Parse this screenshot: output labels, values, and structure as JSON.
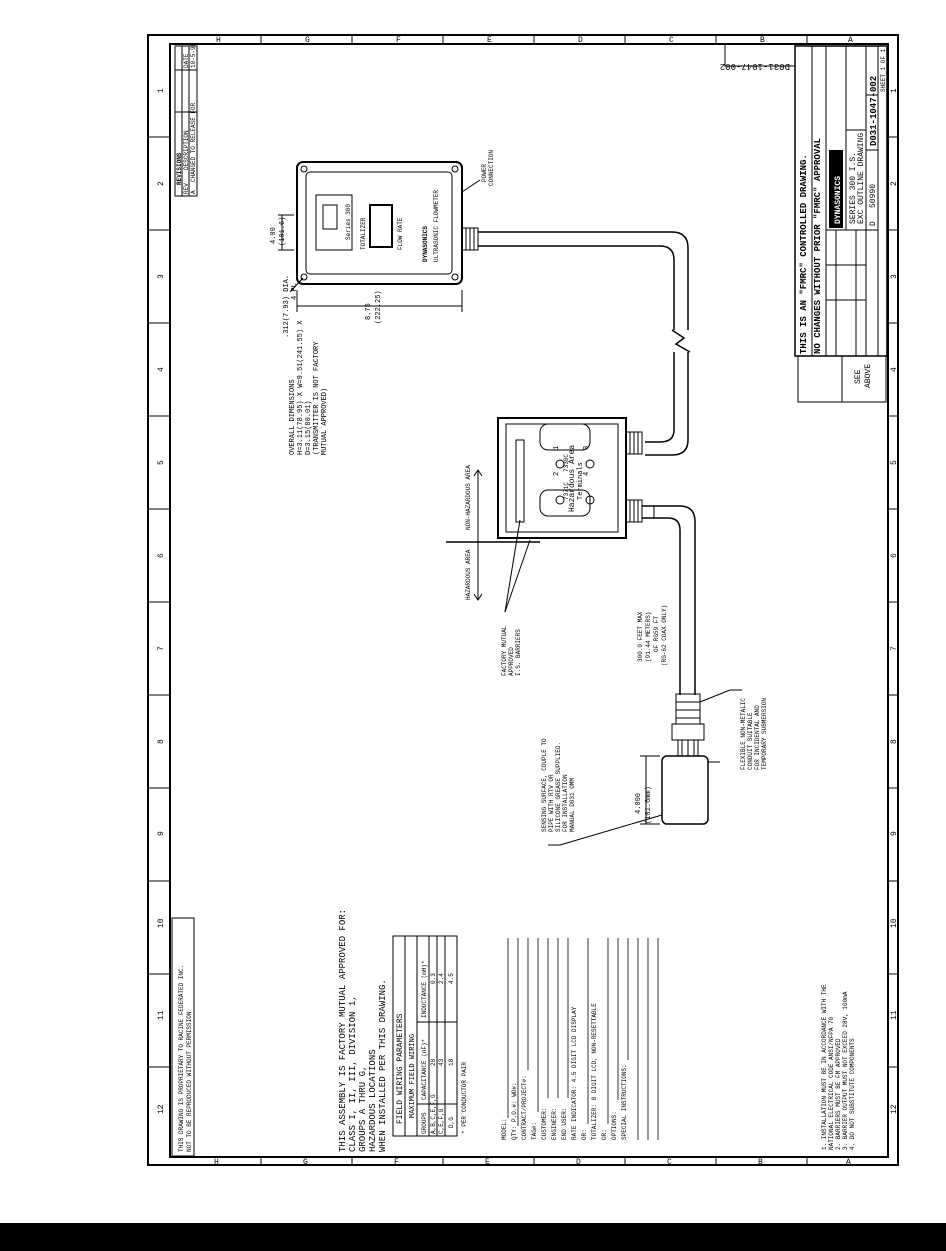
{
  "border": {
    "letters": [
      "H",
      "G",
      "F",
      "E",
      "D",
      "C",
      "B",
      "A"
    ],
    "numbers": [
      "12",
      "11",
      "10",
      "9",
      "8",
      "7",
      "6",
      "5",
      "4",
      "3",
      "2",
      "1"
    ]
  },
  "title_block": {
    "controlled_line1": "THIS IS AN \"FMRC\" CONTROLLED DRAWING.",
    "controlled_line2": "NO CHANGES WITHOUT PRIOR \"FMRC\" APPROVAL",
    "company": "DYNASONICS",
    "title_line1": "SERIES 300 I.S.",
    "title_line2": "EXC OUTLINE DRAWING",
    "size": "D",
    "code": "50990",
    "dwg_no": "D031-1047-002",
    "sheet": "SHEET 1 OF 1",
    "see_note": "SEE",
    "see_note2": "ABOVE",
    "dwg_no_corner": "D031-1047-002"
  },
  "revisions": {
    "heading": "REVISIONS",
    "col_rev": "REV",
    "col_desc": "DESCRIPTION",
    "col_date": "DATE",
    "row_rev": "A",
    "row_desc": "CHANGED TO RELEASE FOR",
    "row_date": "10-5-99"
  },
  "transmitter": {
    "model_label": "Series 300",
    "display_label": "TOTALIZER",
    "flow_rate_label": "FLOW RATE",
    "brand": "DYNASONICS",
    "sub_brand": "ULTRASONIC FLOWMETER",
    "dim_height": "4.00",
    "dim_height_mm": "(101.6)",
    "dim_width": "8.75",
    "dim_width_mm": "(222.25)",
    "hole_dim": ".312(7.93) DIA.",
    "hole_count": "4 PL",
    "power_label1": "POWER",
    "power_label2": "CONNECTION"
  },
  "overall_dims": {
    "line1": "OVERALL DIMENSIONS",
    "line2": "H=3.11(78.95) X W=9.51(241.55) X",
    "line3": "D=3.15(80.01)",
    "line4": "(TRANSMITTER IS NOT FACTORY",
    "line5": "MUTUAL APPROVED)"
  },
  "junction_box": {
    "terminal1": "1",
    "terminal2": "2",
    "terminal3": "3",
    "terminal4": "4",
    "hazardous_area": "Hazardous Area",
    "terminals": "Terminals",
    "code_left": "7330C",
    "code_right": "7371C"
  },
  "areas": {
    "non_hazardous": "NON-HAZARDOUS AREA",
    "hazardous": "HAZARDOUS AREA"
  },
  "barriers_note": {
    "line1": "FACTORY MUTUAL",
    "line2": "APPROVED",
    "line3": "I.S. BARRIERS"
  },
  "cable_note": {
    "line1": "300.0 FEET MAX",
    "line2": "(91.44 METERS)",
    "line3": "OF RG59 FT",
    "line4": "(RG-62 COAX ONLY)"
  },
  "conduit_note": {
    "line1": "FLEXIBLE NON-METALIC",
    "line2": "CONDUIT SUITABLE",
    "line3": "FOR INCIDENTAL AND",
    "line4": "TEMPORARY SUBMERSION"
  },
  "transducer": {
    "dim": "4.000",
    "dim_mm": "(101.6mm)"
  },
  "sensing_note": {
    "line1": "SENSING SURFACE, COUPLE TO",
    "line2": "PIPE WITH RTV OR",
    "line3": "SILICONE GREASE SUPPLIED.",
    "line4": "FOR INSTALLATION",
    "line5": "MANUAL D031 OMM"
  },
  "approval": {
    "line1": "THIS ASSEMBLY IS FACTORY MUTUAL APPROVED FOR:",
    "line2": "CLASS I, II, III, DIVISION 1,",
    "line3": "GROUPS A THRU G,",
    "line4": "HAZARDOUS LOCATIONS",
    "line5": "WHEN INSTALLED PER THIS DRAWING."
  },
  "wiring_table": {
    "title": "FIELD WIRING PARAMETERS",
    "subtitle": "MAXIMUM FIELD WIRING",
    "headers": [
      "GROUPS",
      "CAPACITANCE (nF)*",
      "INDUCTANCE (mH)*"
    ],
    "rows": [
      [
        "A,B,C,E,F,G",
        "28",
        "0.3"
      ],
      [
        "C,E,F,G",
        "43",
        "2.4"
      ],
      [
        "D,G",
        "18",
        "4.5"
      ]
    ],
    "footnote": "* PER CONDUCTOR PAIR"
  },
  "order_form": {
    "fields": [
      "MODEL:",
      "QTY:          P.O.#:              WO#:",
      "CONTRACT/PROJECT#:",
      "TAG#:",
      "CUSTOMER:",
      "ENGINEER:",
      "END USER:",
      "RATE INDICATOR: 4.5 DIGIT LCD DISPLAY",
      "OR:",
      "TOTALIZER: 8 DIGIT LCD, NON-RESETTABLE",
      "OR:",
      "OPTIONS:",
      "SPECIAL INSTRUCTIONS:"
    ]
  },
  "bottom_notes": {
    "line1": "1. INSTALLATION MUST BE IN ACCORDANCE WITH THE",
    "line2": "   NATIONAL ELECTRICAL CODE ANSI/NFPA 70",
    "line3": "2. BARRIERS MUST BE FM APPROVED",
    "line4": "3. BARRIER OUTPUT MUST NOT EXCEED 28V, 100mA",
    "line5": "4. DO NOT SUBSTITUTE COMPONENTS"
  },
  "left_notes": {
    "line1": "THIS DRAWING IS PROPRIETARY TO RACINE FEDERATED INC.",
    "line2": "NOT TO BE REPRODUCED WITHOUT PERMISSION"
  }
}
